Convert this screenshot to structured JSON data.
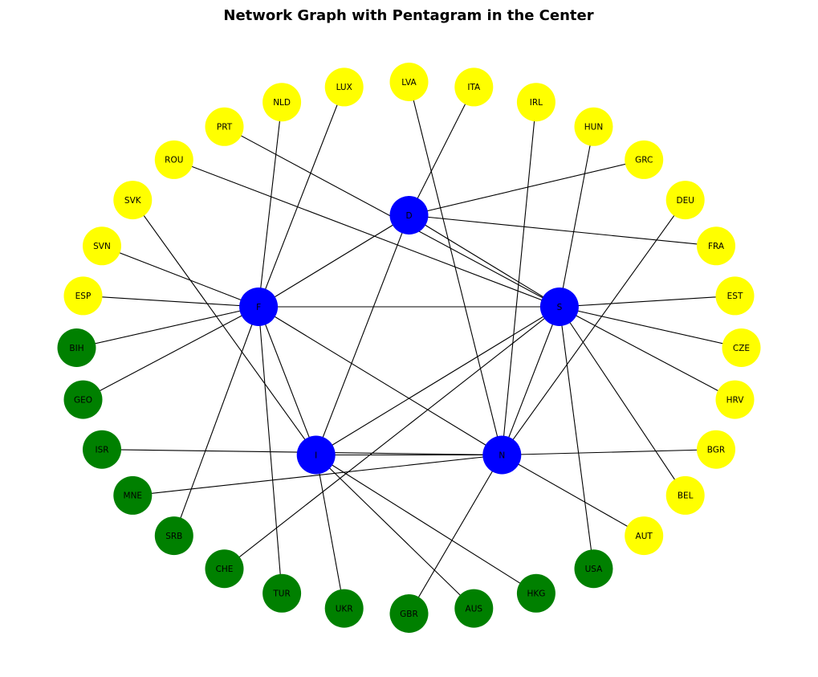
{
  "title": "Network Graph with Pentagram in the Center",
  "colors": {
    "center": "#0000ff",
    "yellow": "#ffff00",
    "green": "#008000",
    "edge": "#000000"
  },
  "center_nodes": [
    "D",
    "S",
    "N",
    "I",
    "F"
  ],
  "outer_nodes": [
    {
      "label": "LVA",
      "color": "yellow"
    },
    {
      "label": "ITA",
      "color": "yellow"
    },
    {
      "label": "IRL",
      "color": "yellow"
    },
    {
      "label": "HUN",
      "color": "yellow"
    },
    {
      "label": "GRC",
      "color": "yellow"
    },
    {
      "label": "DEU",
      "color": "yellow"
    },
    {
      "label": "FRA",
      "color": "yellow"
    },
    {
      "label": "EST",
      "color": "yellow"
    },
    {
      "label": "CZE",
      "color": "yellow"
    },
    {
      "label": "HRV",
      "color": "yellow"
    },
    {
      "label": "BGR",
      "color": "yellow"
    },
    {
      "label": "BEL",
      "color": "yellow"
    },
    {
      "label": "AUT",
      "color": "yellow"
    },
    {
      "label": "USA",
      "color": "green"
    },
    {
      "label": "HKG",
      "color": "green"
    },
    {
      "label": "AUS",
      "color": "green"
    },
    {
      "label": "GBR",
      "color": "green"
    },
    {
      "label": "UKR",
      "color": "green"
    },
    {
      "label": "TUR",
      "color": "green"
    },
    {
      "label": "CHE",
      "color": "green"
    },
    {
      "label": "SRB",
      "color": "green"
    },
    {
      "label": "MNE",
      "color": "green"
    },
    {
      "label": "ISR",
      "color": "green"
    },
    {
      "label": "GEO",
      "color": "green"
    },
    {
      "label": "BIH",
      "color": "green"
    },
    {
      "label": "ESP",
      "color": "yellow"
    },
    {
      "label": "SVN",
      "color": "yellow"
    },
    {
      "label": "SVK",
      "color": "yellow"
    },
    {
      "label": "ROU",
      "color": "yellow"
    },
    {
      "label": "PRT",
      "color": "yellow"
    },
    {
      "label": "NLD",
      "color": "yellow"
    },
    {
      "label": "LUX",
      "color": "yellow"
    }
  ],
  "edges": [
    [
      "D",
      "S"
    ],
    [
      "D",
      "F"
    ],
    [
      "D",
      "I"
    ],
    [
      "S",
      "F"
    ],
    [
      "S",
      "N"
    ],
    [
      "S",
      "I"
    ],
    [
      "N",
      "I"
    ],
    [
      "N",
      "F"
    ],
    [
      "I",
      "F"
    ],
    [
      "LVA",
      "N"
    ],
    [
      "ITA",
      "D"
    ],
    [
      "IRL",
      "N"
    ],
    [
      "HUN",
      "S"
    ],
    [
      "GRC",
      "D"
    ],
    [
      "DEU",
      "N"
    ],
    [
      "FRA",
      "D"
    ],
    [
      "EST",
      "S"
    ],
    [
      "CZE",
      "S"
    ],
    [
      "HRV",
      "S"
    ],
    [
      "BGR",
      "N"
    ],
    [
      "BEL",
      "S"
    ],
    [
      "AUT",
      "N"
    ],
    [
      "USA",
      "S"
    ],
    [
      "HKG",
      "I"
    ],
    [
      "AUS",
      "I"
    ],
    [
      "GBR",
      "N"
    ],
    [
      "UKR",
      "I"
    ],
    [
      "TUR",
      "F"
    ],
    [
      "CHE",
      "S"
    ],
    [
      "SRB",
      "F"
    ],
    [
      "MNE",
      "N"
    ],
    [
      "ISR",
      "N"
    ],
    [
      "GEO",
      "F"
    ],
    [
      "BIH",
      "F"
    ],
    [
      "ESP",
      "F"
    ],
    [
      "SVN",
      "F"
    ],
    [
      "SVK",
      "I"
    ],
    [
      "ROU",
      "S"
    ],
    [
      "PRT",
      "S"
    ],
    [
      "NLD",
      "F"
    ],
    [
      "LUX",
      "F"
    ]
  ]
}
